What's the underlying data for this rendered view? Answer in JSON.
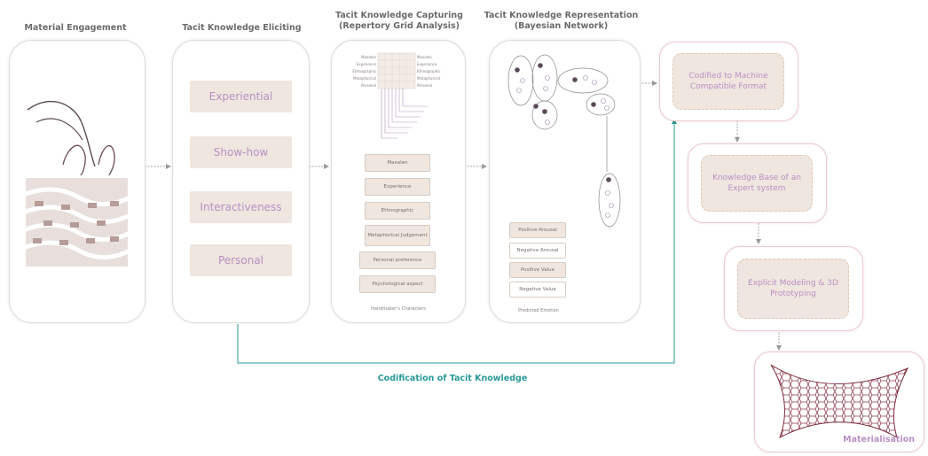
{
  "columns": {
    "engagement": "Material Engagement",
    "eliciting": "Tacit Knowledge Eliciting",
    "capturing_line1": "Tacit Knowledge Capturing",
    "capturing_line2": "(Repertory Grid Analysis)",
    "representation_line1": "Tacit Knowledge Representation",
    "representation_line2": "(Bayesian Network)"
  },
  "eliciting_items": [
    "Experiential",
    "Show-how",
    "Interactiveness",
    "Personal"
  ],
  "capturing_items": [
    "Maxalen",
    "Experience",
    "Ethnographic",
    "Metaphorical Judgement",
    "Personal preference",
    "Psychological aspect"
  ],
  "capturing_caption": "Handmaker's Characters",
  "grid_left_labels": [
    "Maxalen",
    "Experience",
    "Ethnographic",
    "Metaphorical",
    "Personal"
  ],
  "grid_right_labels": [
    "Maxalen",
    "Experience",
    "Ethnographic",
    "Metaphorical",
    "Personal"
  ],
  "representation_items": [
    "Positive Arousal",
    "Negative Arousal",
    "Positive Value",
    "Negative Value"
  ],
  "representation_caption": "Predicted Emotion",
  "stages": {
    "codified": "Codified to Machine Compatible Format",
    "knowledge_base": "Knowledge Base of an Expert system",
    "modeling": "Explicit Modeling & 3D Prototyping",
    "materialisation": "Materialisation"
  },
  "codification_label": "Codification of Tacit Knowledge",
  "colors": {
    "pill_bg": "#efe6df",
    "pill_text": "#b88fc4",
    "teal": "#2a9a9a",
    "panel_border": "#e0dcd8",
    "pink_border": "#f0c9cc"
  }
}
